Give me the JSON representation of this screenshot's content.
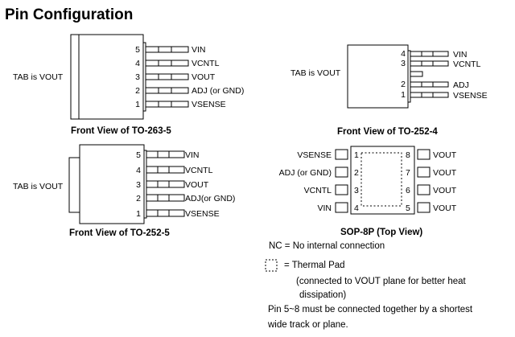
{
  "title": "Pin Configuration",
  "to263_5": {
    "tab_label": "TAB is VOUT",
    "caption": "Front View of TO-263-5",
    "pins": [
      {
        "num": "5",
        "name": "VIN"
      },
      {
        "num": "4",
        "name": "VCNTL"
      },
      {
        "num": "3",
        "name": "VOUT"
      },
      {
        "num": "2",
        "name": "ADJ (or GND)"
      },
      {
        "num": "1",
        "name": "VSENSE"
      }
    ]
  },
  "to252_4": {
    "tab_label": "TAB is VOUT",
    "caption": "Front View of TO-252-4",
    "pins": [
      {
        "num": "4",
        "name": "VIN"
      },
      {
        "num": "3",
        "name": "VCNTL"
      },
      {
        "num": "2",
        "name": "ADJ"
      },
      {
        "num": "1",
        "name": "VSENSE"
      }
    ]
  },
  "to252_5": {
    "tab_label": "TAB is VOUT",
    "caption": "Front View of TO-252-5",
    "pins": [
      {
        "num": "5",
        "name": "VIN"
      },
      {
        "num": "4",
        "name": "VCNTL"
      },
      {
        "num": "3",
        "name": "VOUT"
      },
      {
        "num": "2",
        "name": "ADJ(or GND)"
      },
      {
        "num": "1",
        "name": "VSENSE"
      }
    ]
  },
  "sop8": {
    "caption": "SOP-8P (Top View)",
    "left_pins": [
      {
        "num": "1",
        "name": "VSENSE"
      },
      {
        "num": "2",
        "name": "ADJ (or GND)"
      },
      {
        "num": "3",
        "name": "VCNTL"
      },
      {
        "num": "4",
        "name": "VIN"
      }
    ],
    "right_pins": [
      {
        "num": "8",
        "name": "VOUT"
      },
      {
        "num": "7",
        "name": "VOUT"
      },
      {
        "num": "6",
        "name": "VOUT"
      },
      {
        "num": "5",
        "name": "VOUT"
      }
    ]
  },
  "notes": {
    "nc": "NC = No internal connection",
    "thermal": "= Thermal Pad",
    "thermal_detail_1": "(connected to VOUT plane for better heat",
    "thermal_detail_2": "dissipation)",
    "pins_note_1": "Pin 5~8 must be connected together by a shortest",
    "pins_note_2": "wide track or plane."
  }
}
